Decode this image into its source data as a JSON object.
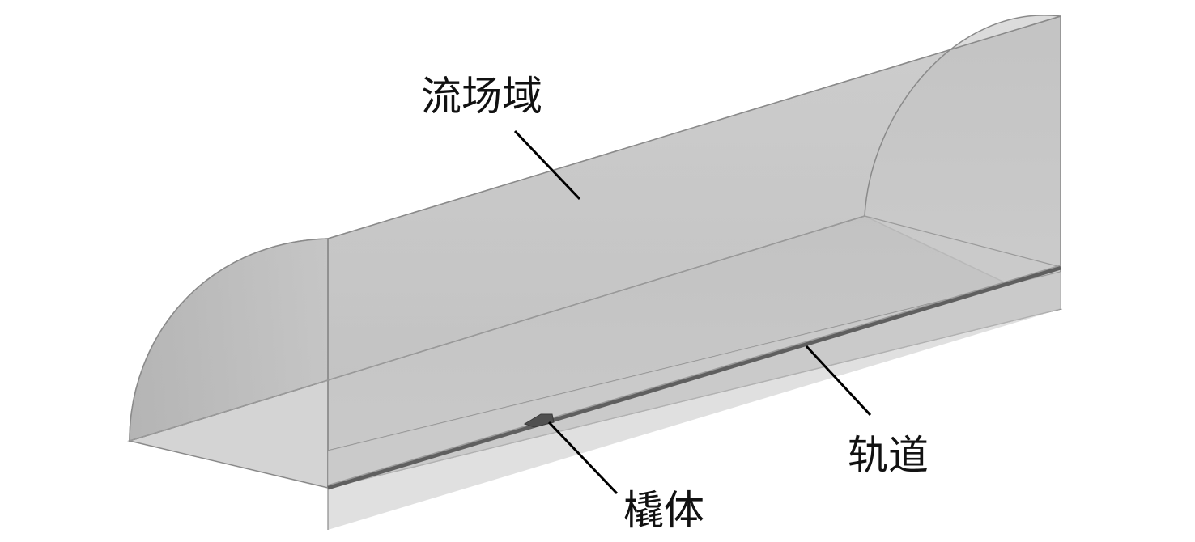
{
  "labels": {
    "flow_domain": "流场域",
    "track": "轨道",
    "sled": "橇体"
  },
  "colors": {
    "background": "#ffffff",
    "face_light": "#d3d3d3",
    "face_mid": "#c5c5c5",
    "face_dark": "#b2b2b2",
    "edge": "#8a8a8a",
    "rail": "#6e6e6e",
    "leader_line": "#000000",
    "text": "#111111"
  }
}
